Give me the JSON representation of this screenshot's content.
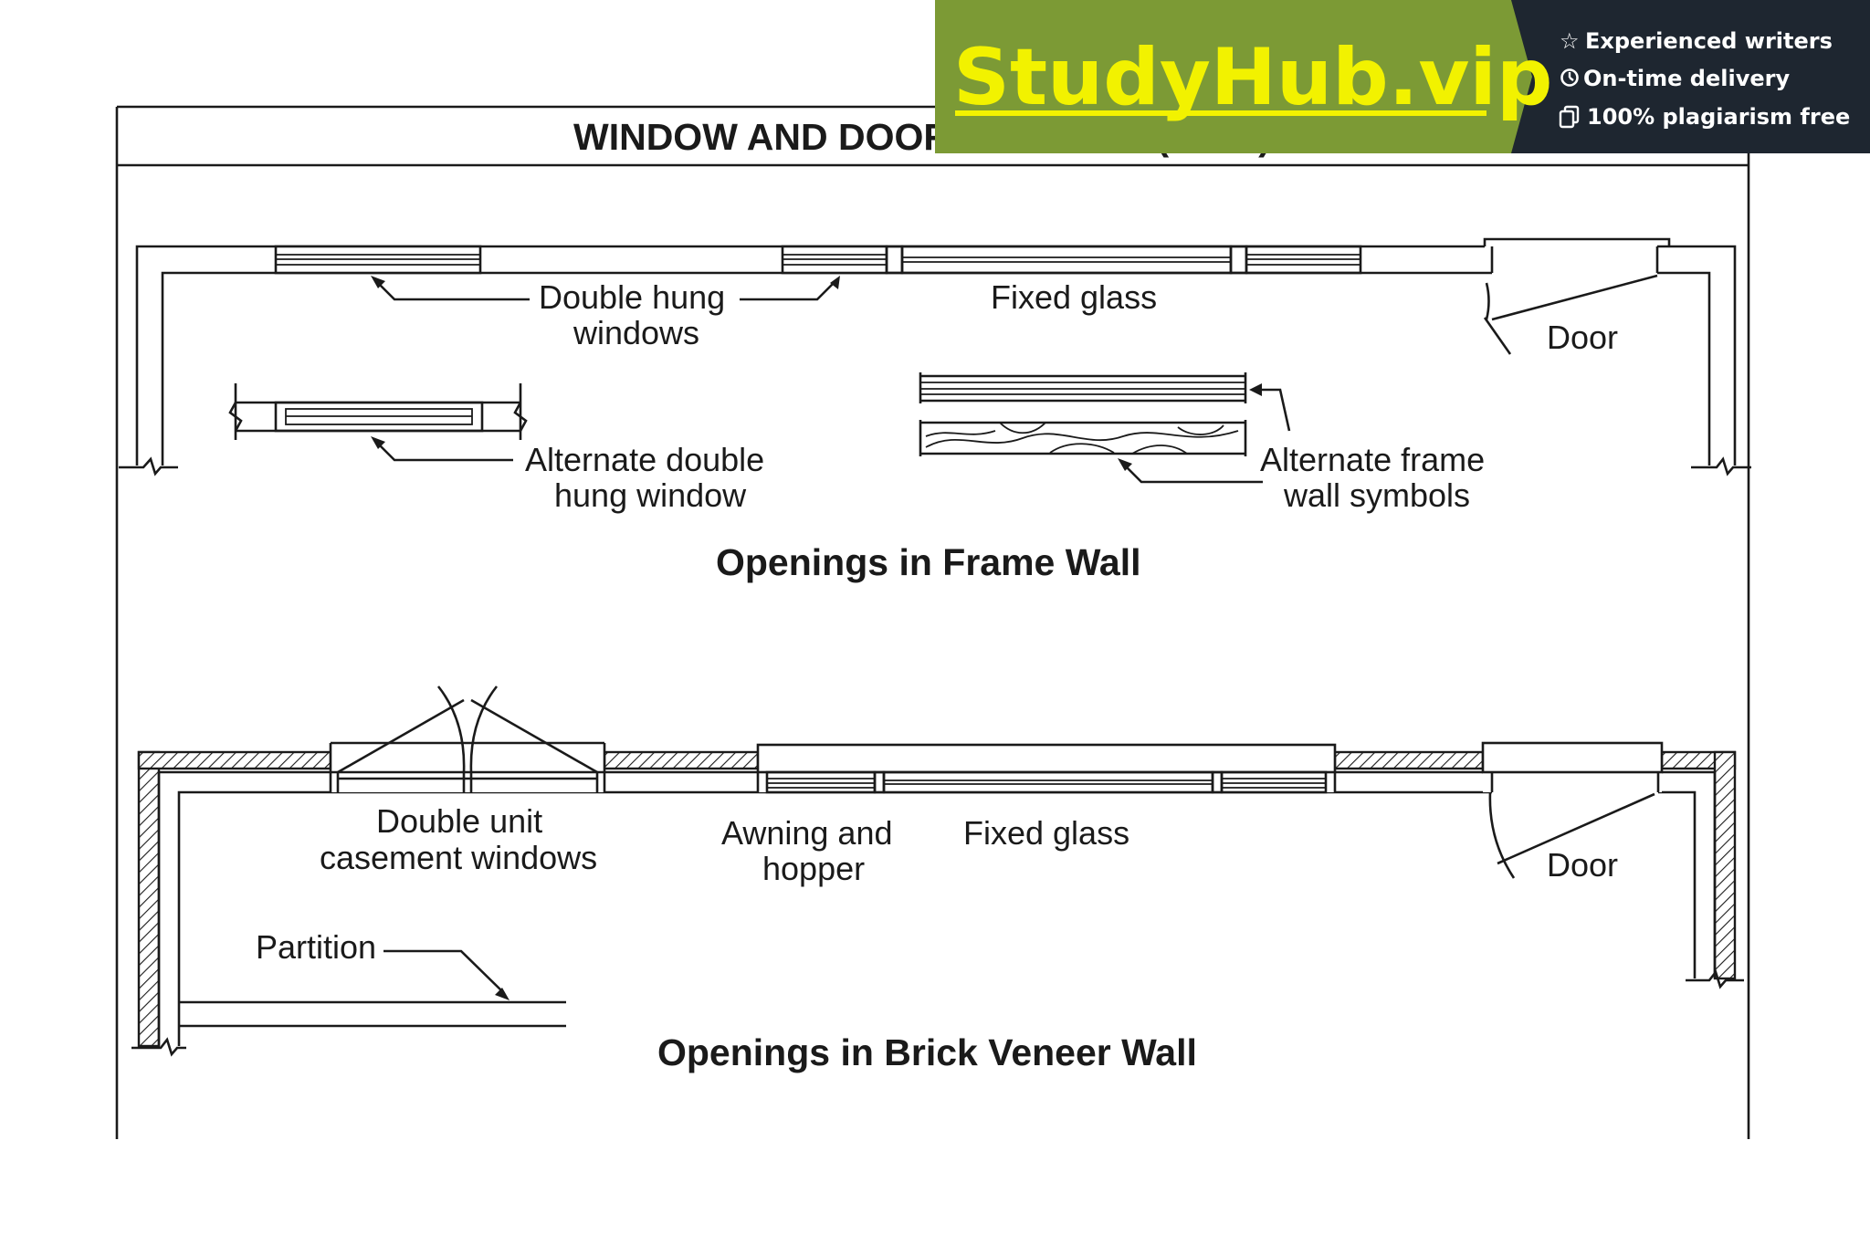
{
  "sheet": {
    "title": "WINDOW AND DOOR SYMBOLS (cont.)"
  },
  "frame_wall": {
    "heading": "Openings in Frame Wall",
    "labels": {
      "double_hung_1": "Double hung",
      "double_hung_2": "windows",
      "fixed_glass": "Fixed glass",
      "door": "Door",
      "alt_dh_1": "Alternate double",
      "alt_dh_2": "hung window",
      "alt_frame_1": "Alternate frame",
      "alt_frame_2": "wall symbols"
    }
  },
  "brick_wall": {
    "heading": "Openings in Brick Veneer Wall",
    "labels": {
      "casement_1": "Double unit",
      "casement_2": "casement windows",
      "awning_1": "Awning and",
      "awning_2": "hopper",
      "fixed_glass": "Fixed glass",
      "door": "Door",
      "partition": "Partition"
    }
  },
  "watermark": {
    "brand": "StudyHub.vip",
    "features": [
      "Experienced writers",
      "On-time delivery",
      "100% plagiarism free"
    ],
    "feature_icons": [
      "star-icon",
      "clock-icon",
      "copy-icon"
    ],
    "colors": {
      "brand_bg": "#7c9a35",
      "brand_text": "#f2f200",
      "panel_bg": "#1e2630",
      "panel_text": "#ffffff"
    }
  }
}
